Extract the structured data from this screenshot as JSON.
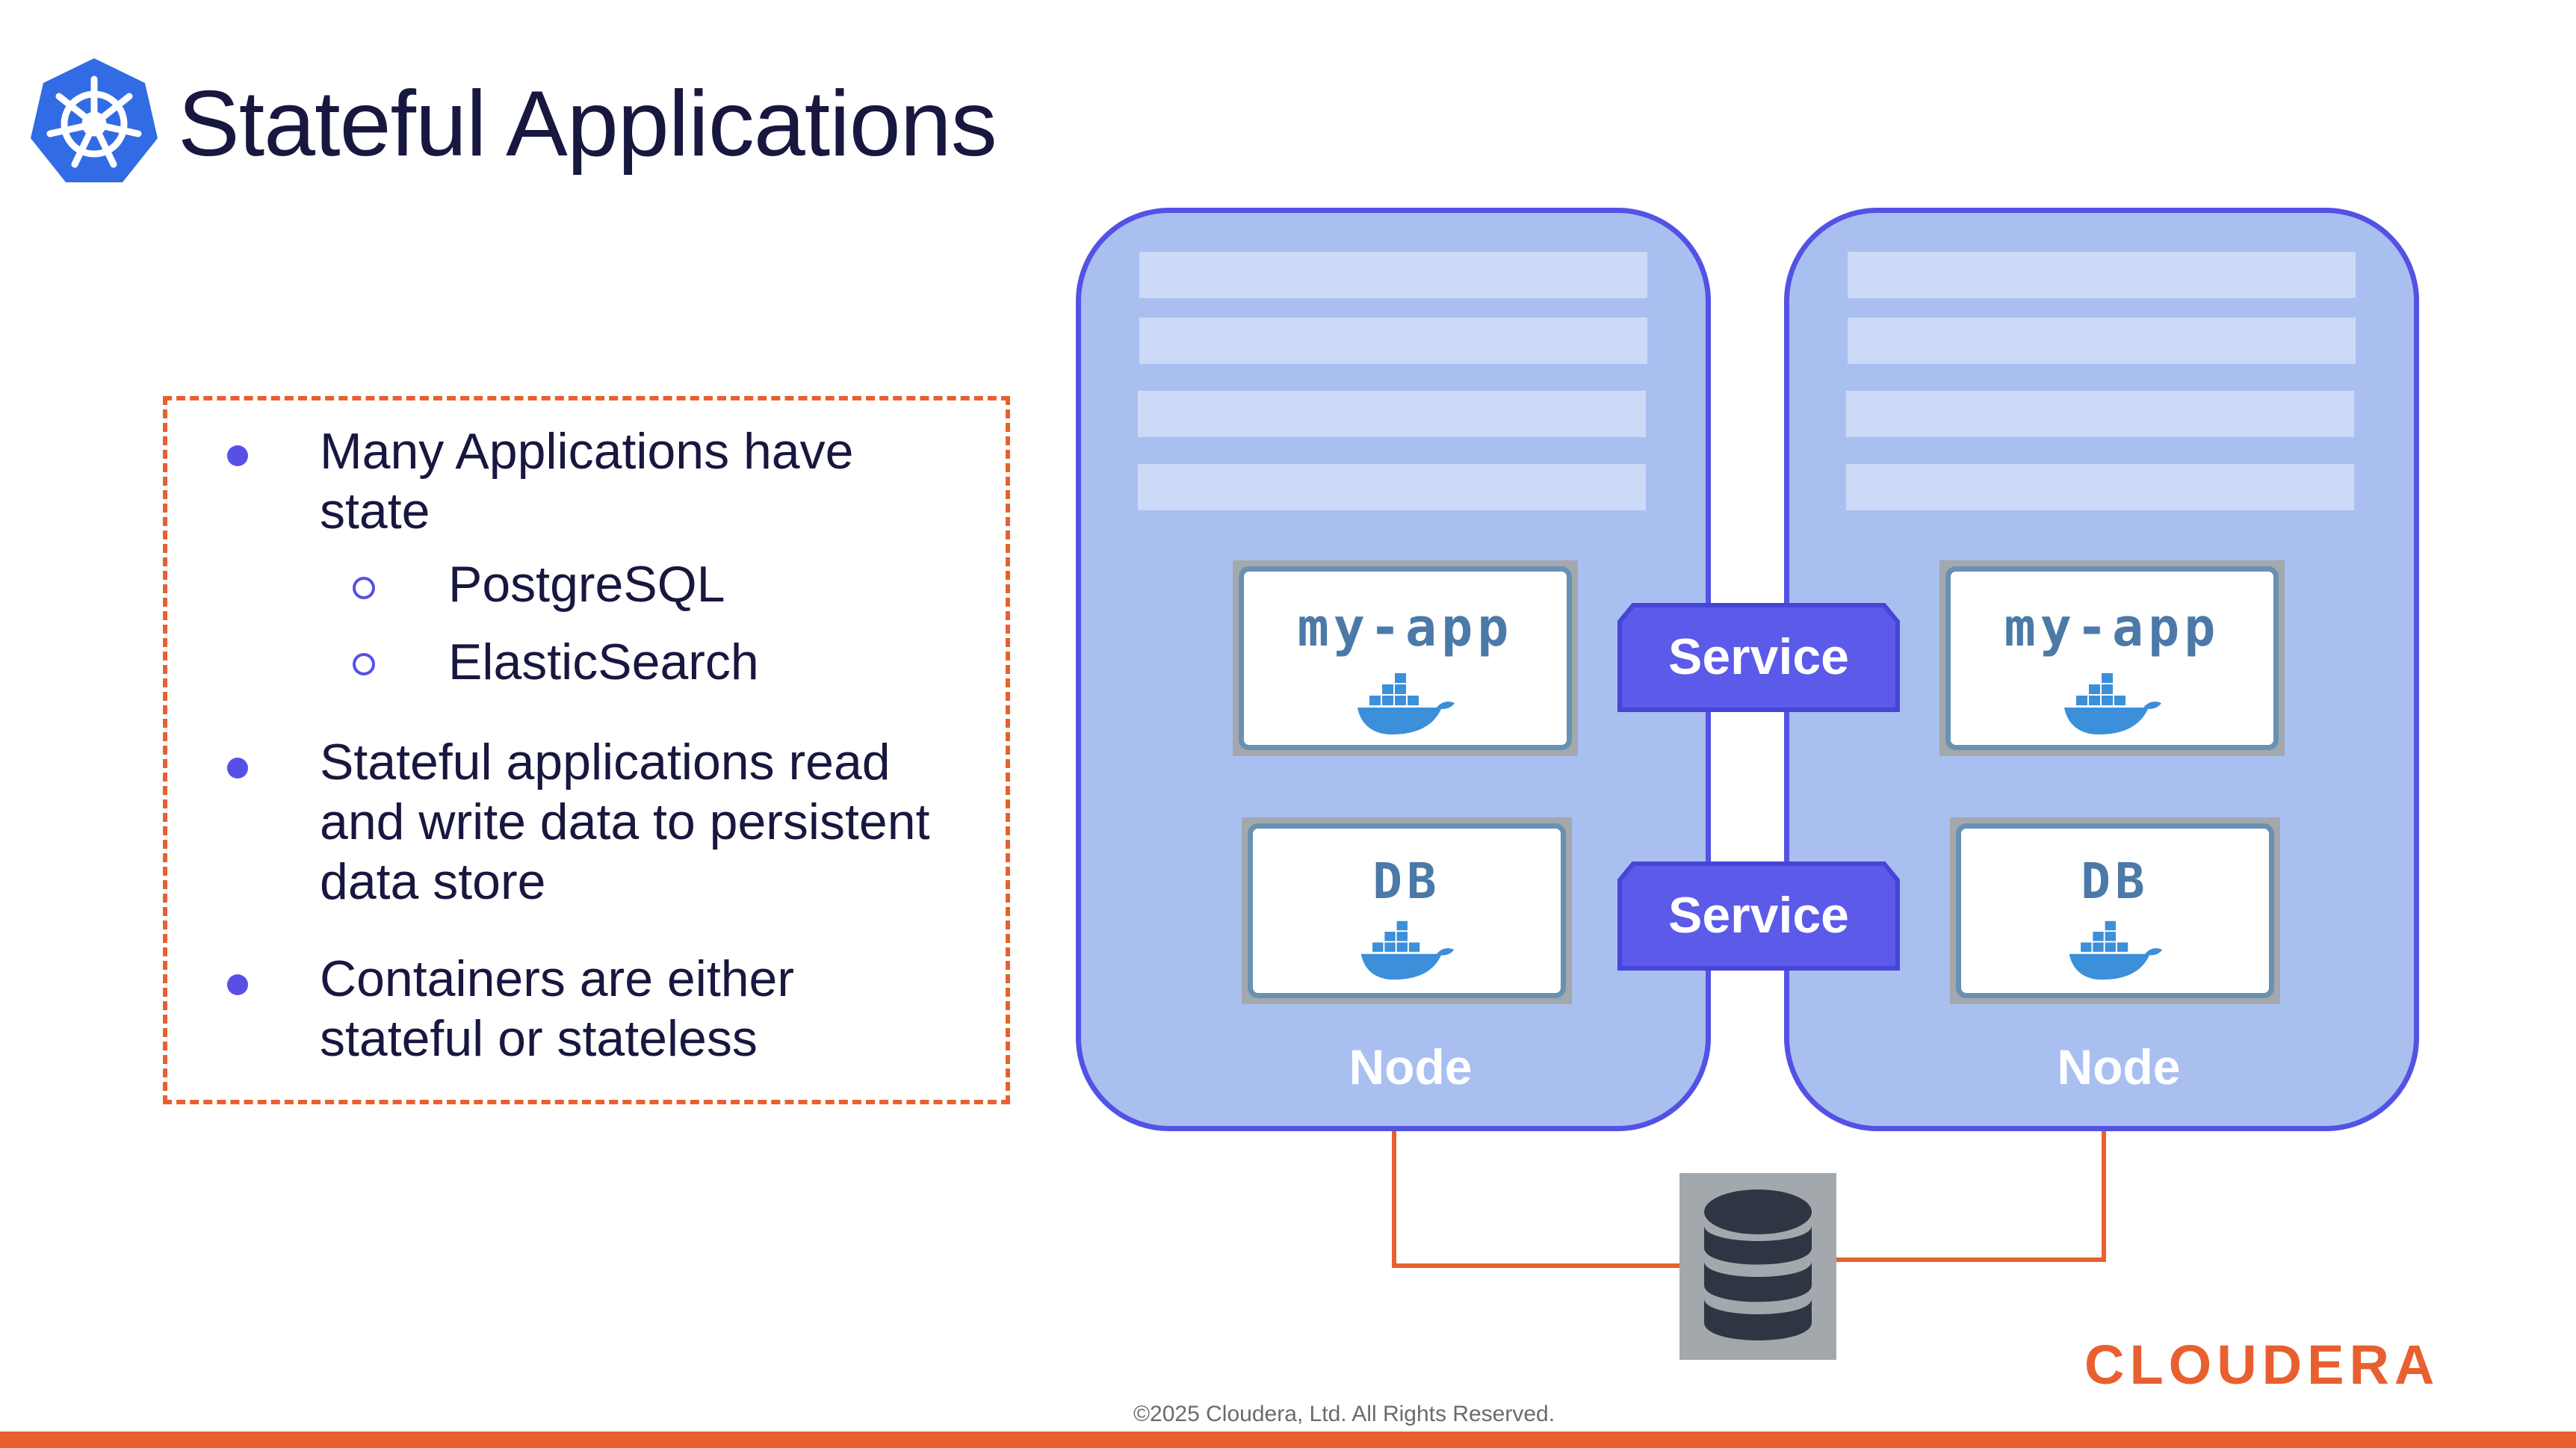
{
  "slide": {
    "title": "Stateful Applications",
    "bullets": [
      {
        "text_line1": "Many Applications have",
        "text_line2": "state",
        "sub": [
          "PostgreSQL",
          "ElasticSearch"
        ]
      },
      {
        "text_line1": "Stateful applications read",
        "text_line2": "and write data to persistent",
        "text_line3": "data store"
      },
      {
        "text_line1": "Containers are either",
        "text_line2": "stateful or stateless"
      }
    ]
  },
  "diagram": {
    "nodes": [
      {
        "label": "Node",
        "app_container": "my-app",
        "db_container": "DB"
      },
      {
        "label": "Node",
        "app_container": "my-app",
        "db_container": "DB"
      }
    ],
    "services": [
      "Service",
      "Service"
    ],
    "storage_icon": "database-icon",
    "container_icon": "docker-whale-icon"
  },
  "footer": {
    "copyright": "©2025 Cloudera, Ltd. All Rights Reserved.",
    "brand": "CLOUDERA"
  },
  "colors": {
    "accent_orange": "#e8602f",
    "node_fill": "#a9bff0",
    "node_border": "#5352e5",
    "title_text": "#17173f"
  }
}
